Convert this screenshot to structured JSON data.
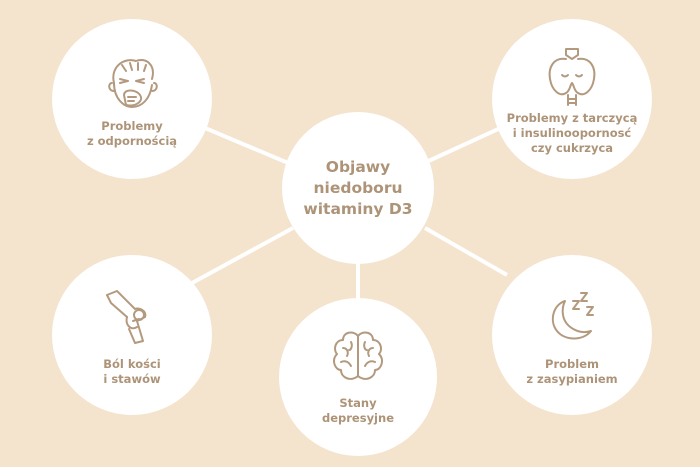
{
  "colors": {
    "background": "#f4e3cd",
    "node_fill": "#ffffff",
    "connector": "#ffffff",
    "text": "#ad9478",
    "icon_stroke": "#b39a7e"
  },
  "center": {
    "label": "Objawy\nniedoboru\nwitaminy D3"
  },
  "nodes": [
    {
      "id": "immunity",
      "label": "Problemy\nz odpornością",
      "icon": "sneezing-face-icon"
    },
    {
      "id": "thyroid",
      "label": "Problemy z tarczycą\ni insulinoopornosć\nczy cukrzyca",
      "icon": "thyroid-icon"
    },
    {
      "id": "bones",
      "label": "Ból kości\ni stawów",
      "icon": "knee-joint-icon"
    },
    {
      "id": "depression",
      "label": "Stany\ndepresyjne",
      "icon": "brain-icon"
    },
    {
      "id": "sleep",
      "label": "Problem\nz zasypianiem",
      "icon": "moon-sleep-icon"
    }
  ]
}
